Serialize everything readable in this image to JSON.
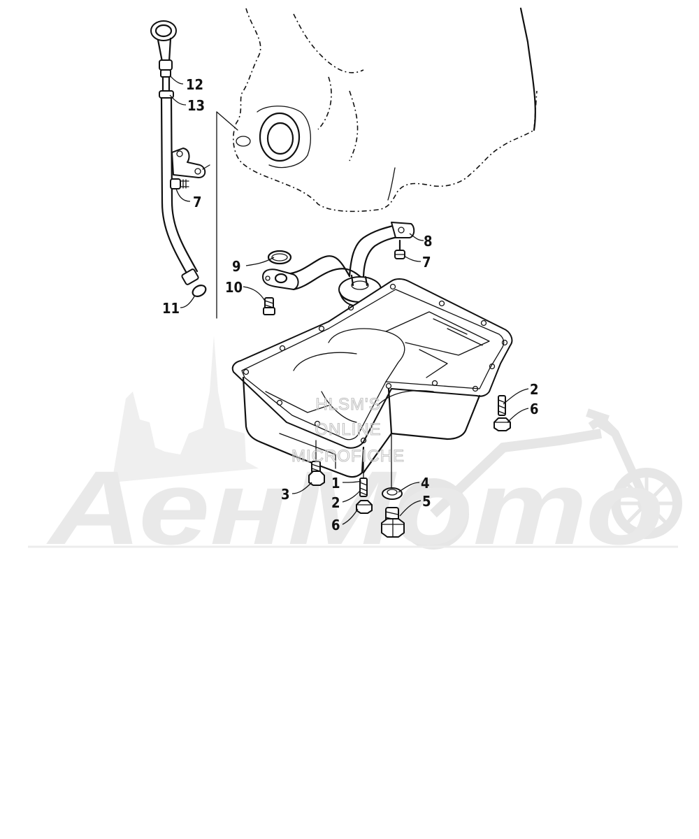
{
  "callouts": [
    {
      "id": "c12a",
      "label": "12"
    },
    {
      "id": "c13",
      "label": "13"
    },
    {
      "id": "c7a",
      "label": "7"
    },
    {
      "id": "c11",
      "label": "11"
    },
    {
      "id": "c9",
      "label": "9"
    },
    {
      "id": "c10",
      "label": "10"
    },
    {
      "id": "c8",
      "label": "8"
    },
    {
      "id": "c7b",
      "label": "7"
    },
    {
      "id": "c2a",
      "label": "2"
    },
    {
      "id": "c6a",
      "label": "6"
    },
    {
      "id": "c4",
      "label": "4"
    },
    {
      "id": "c5",
      "label": "5"
    },
    {
      "id": "c1",
      "label": "1"
    },
    {
      "id": "c2b",
      "label": "2"
    },
    {
      "id": "c6b",
      "label": "6"
    },
    {
      "id": "c3",
      "label": "3"
    }
  ],
  "watermark": {
    "brand": "АенМото",
    "line1": "HLSM'S",
    "line2": "ONLINE",
    "line3": "MICROFICHE"
  },
  "colors": {
    "ink": "#111111",
    "watermark": "#e9e9e9"
  }
}
